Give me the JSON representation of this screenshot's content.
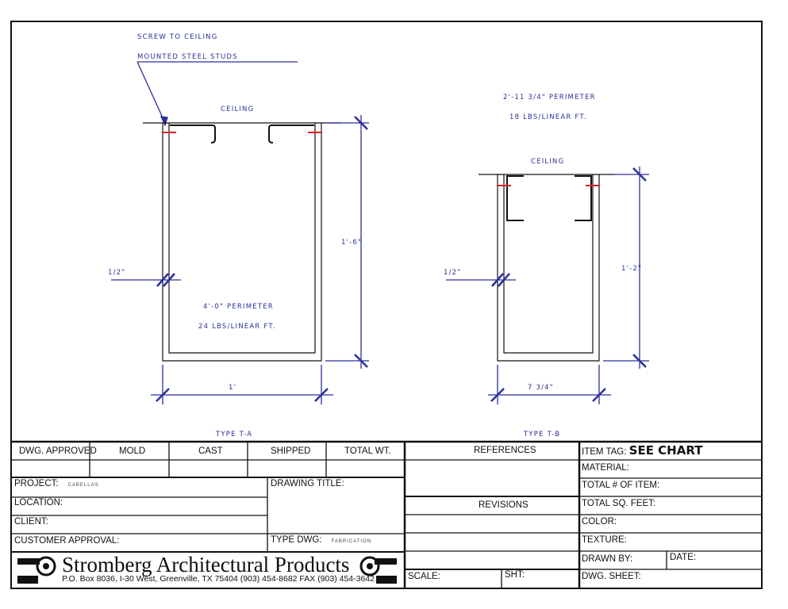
{
  "drawing": {
    "note_line1": "SCREW TO CEILING",
    "note_line2": "MOUNTED STEEL STUDS",
    "type_a": {
      "ceiling": "CEILING",
      "perimeter": "4'-0\" PERIMETER",
      "weight": "24 LBS/LINEAR FT.",
      "height": "1'-6\"",
      "width": "1'",
      "thickness": "1/2\"",
      "label": "TYPE T-A"
    },
    "type_b": {
      "ceiling": "CEILING",
      "perimeter": "2'-11 3/4\" PERIMETER",
      "weight": "18 LBS/LINEAR FT.",
      "height": "1'-2\"",
      "width": "7 3/4\"",
      "thickness": "1/2\"",
      "label": "TYPE T-B"
    }
  },
  "title_block": {
    "headers": [
      "DWG. APPROVED",
      "MOLD",
      "CAST",
      "SHIPPED",
      "TOTAL WT."
    ],
    "project_label": "PROJECT:",
    "project_value": "CABELLAS",
    "location_label": "LOCATION:",
    "client_label": "CLIENT:",
    "customer_approval_label": "CUSTOMER APPROVAL:",
    "drawing_title_label": "DRAWING TITLE:",
    "type_dwg_label": "TYPE DWG:",
    "type_dwg_value": "FABRICATION",
    "company": "Stromberg Architectural Products",
    "address": "P.O. Box 8036, I-30 West, Greenville, TX 75404  (903) 454-8682  FAX (903) 454-3642",
    "references": "REFERENCES",
    "revisions": "REVISIONS",
    "scale_label": "SCALE:",
    "sheet_label": "SHT:",
    "item_tag_label": "ITEM TAG:",
    "item_tag_value": "SEE CHART",
    "material_label": "MATERIAL:",
    "total_items_label": "TOTAL # OF ITEM:",
    "total_sqft_label": "TOTAL SQ. FEET:",
    "color_label": "COLOR:",
    "texture_label": "TEXTURE:",
    "drawn_by_label": "DRAWN BY:",
    "date_label": "DATE:",
    "dwg_sheet_label": "DWG. SHEET:"
  }
}
